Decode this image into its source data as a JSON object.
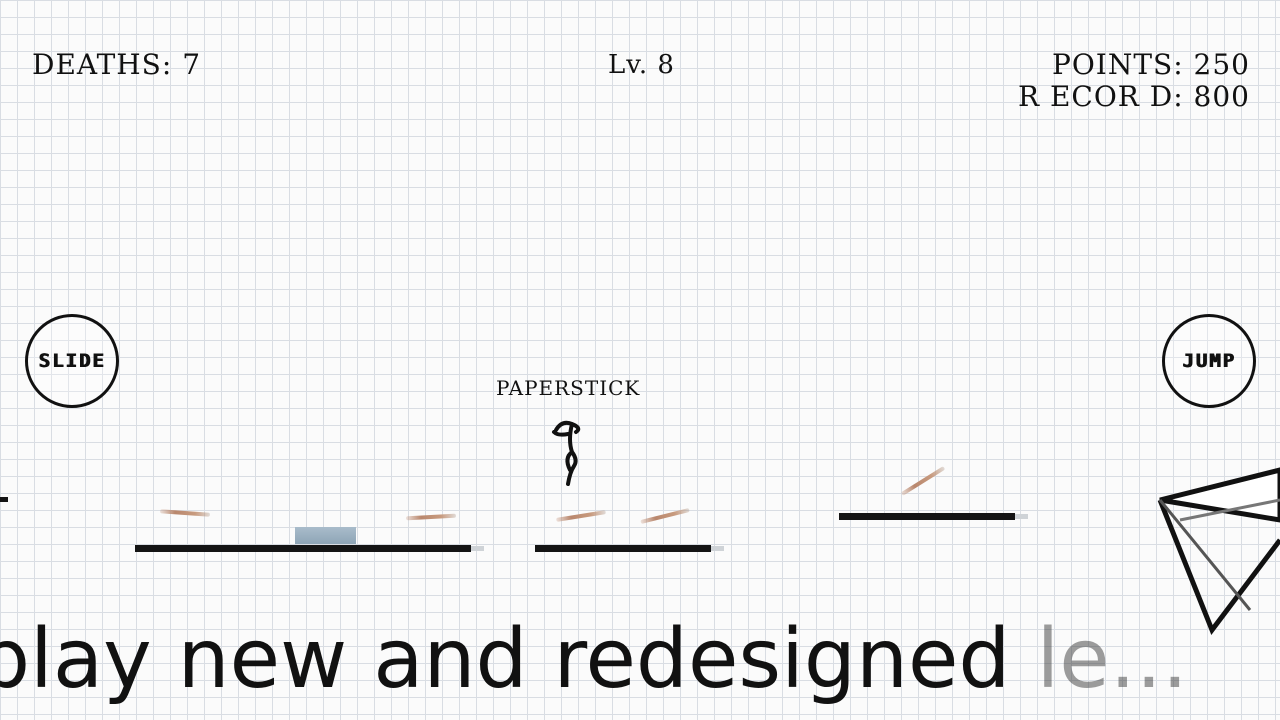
{
  "hud": {
    "deaths_label": "DEATHS:",
    "deaths_value": "7",
    "level": "Lv. 8",
    "points_label": "POINTS:",
    "points_value": "250",
    "record_label": "R ECOR D:",
    "record_value": "800"
  },
  "controls": {
    "slide_label": "SLIDE",
    "jump_label": "JUMP"
  },
  "logo": {
    "text": "PAPERSTICK"
  },
  "banner": {
    "main": "play new and redesigned",
    "faded": " le..."
  },
  "colors": {
    "ink": "#111111",
    "grid": "#d9dde3",
    "paper": "#fbfbfb",
    "block": "#9cb0c0",
    "pencil": "#b9876d"
  }
}
